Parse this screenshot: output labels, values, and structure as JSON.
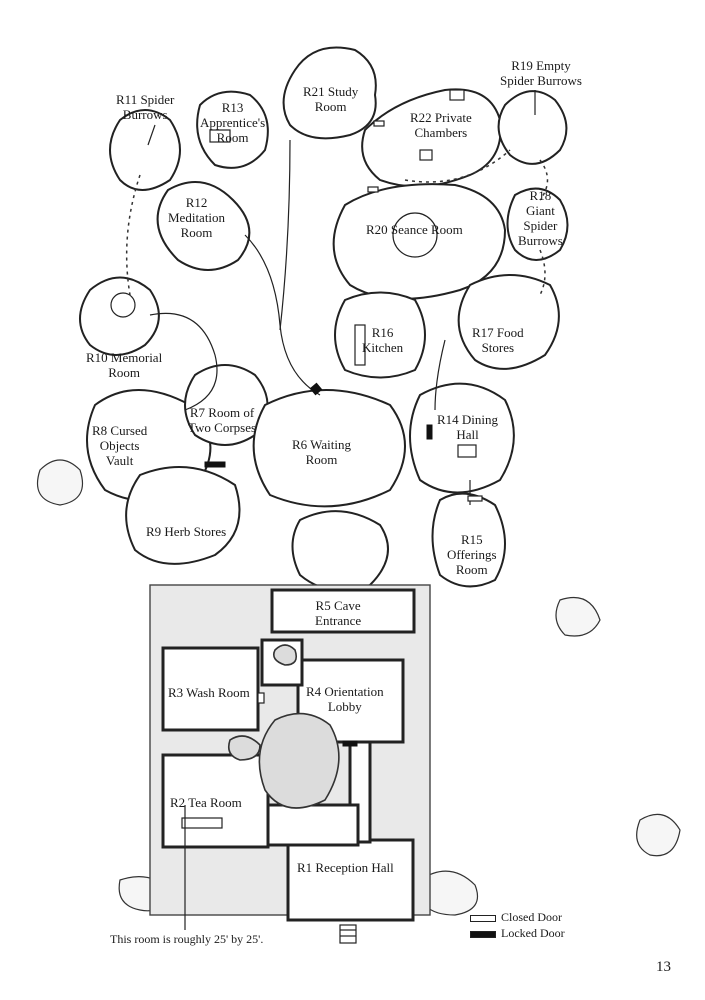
{
  "rooms": [
    {
      "id": "r1",
      "name": "R1 Reception Hall"
    },
    {
      "id": "r2",
      "name": "R2 Tea Room"
    },
    {
      "id": "r3",
      "name": "R3 Wash Room"
    },
    {
      "id": "r4",
      "name": "R4 Orientation\nLobby"
    },
    {
      "id": "r5",
      "name": "R5 Cave\nEntrance"
    },
    {
      "id": "r6",
      "name": "R6 Waiting\nRoom"
    },
    {
      "id": "r7",
      "name": "R7 Room of\nTwo Corpses"
    },
    {
      "id": "r8",
      "name": "R8 Cursed\nObjects\nVault"
    },
    {
      "id": "r9",
      "name": "R9 Herb Stores"
    },
    {
      "id": "r10",
      "name": "R10 Memorial\nRoom"
    },
    {
      "id": "r11",
      "name": "R11 Spider\nBurrows"
    },
    {
      "id": "r12",
      "name": "R12\nMeditation\nRoom"
    },
    {
      "id": "r13",
      "name": "R13\nApprentice's\nRoom"
    },
    {
      "id": "r14",
      "name": "R14 Dining\nHall"
    },
    {
      "id": "r15",
      "name": "R15\nOfferings\nRoom"
    },
    {
      "id": "r16",
      "name": "R16\nKitchen"
    },
    {
      "id": "r17",
      "name": "R17 Food\nStores"
    },
    {
      "id": "r18",
      "name": "R18\nGiant\nSpider\nBurrows"
    },
    {
      "id": "r19",
      "name": "R19 Empty\nSpider Burrows"
    },
    {
      "id": "r20",
      "name": "R20 Seance Room"
    },
    {
      "id": "r21",
      "name": "R21 Study\nRoom"
    },
    {
      "id": "r22",
      "name": "R22 Private\nChambers"
    }
  ],
  "scale_note": "This room is roughly 25' by 25'.",
  "legend": {
    "closed_door": "Closed Door",
    "locked_door": "Locked Door"
  },
  "page_number": "13"
}
